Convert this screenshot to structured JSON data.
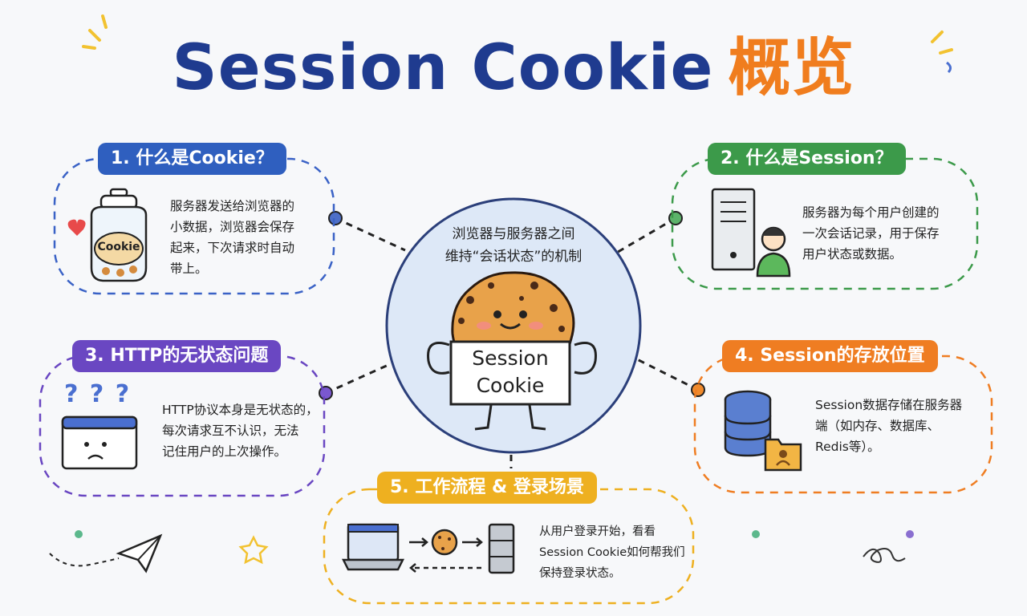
{
  "title": {
    "en": "Session Cookie",
    "zh": "概览"
  },
  "center": {
    "line1": "浏览器与服务器之间",
    "line2": "维持“会话状态”的机制",
    "sign_line1": "Session",
    "sign_line2": "Cookie"
  },
  "sections": [
    {
      "label": "1. 什么是Cookie？",
      "color": "#2f5fbf",
      "lines": [
        "服务器发送给浏览器的",
        "小数据，浏览器会保存",
        "起来，下次请求时自动",
        "带上。"
      ],
      "icon_text": "Cookie"
    },
    {
      "label": "2. 什么是Session？",
      "color": "#3c9a4a",
      "lines": [
        "服务器为每个用户创建的",
        "一次会话记录，用于保存",
        "用户状态或数据。"
      ]
    },
    {
      "label": "3. HTTP的无状态问题",
      "color": "#6a47c2",
      "lines": [
        "HTTP协议本身是无状态的，",
        "每次请求互不认识，无法",
        "记住用户的上次操作。"
      ],
      "icon_text": "? ? ?"
    },
    {
      "label": "4. Session的存放位置",
      "color": "#ef7d22",
      "lines": [
        "Session数据存储在服务器",
        "端（如内存、数据库、",
        "Redis等）。"
      ]
    },
    {
      "label": "5. 工作流程 & 登录场景",
      "color": "#eeb020",
      "lines": [
        "从用户登录开始，看看",
        "Session Cookie如何帮我们",
        "保持登录状态。"
      ]
    }
  ],
  "colors": {
    "title_en": "#1f3b8f",
    "title_zh": "#f07d1e",
    "center_fill": "#dde8f7",
    "center_stroke": "#2b3f7a"
  }
}
